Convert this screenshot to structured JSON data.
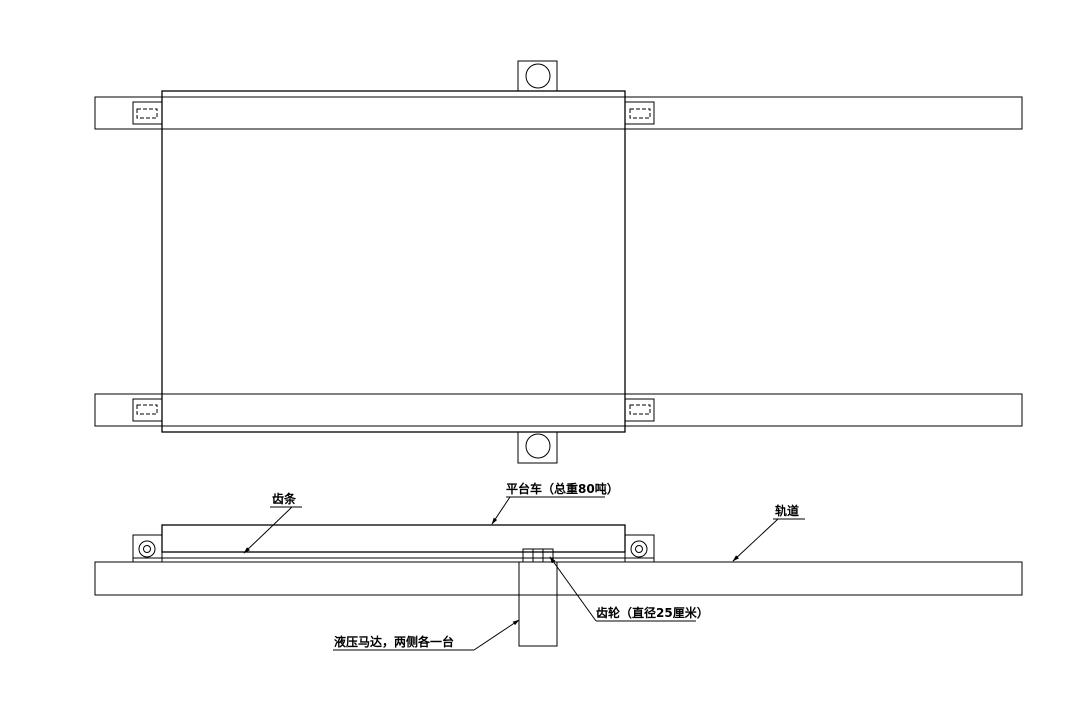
{
  "labels": {
    "rack": "齿条",
    "platform_cart": "平台车（总重80吨）",
    "track": "轨道",
    "gear": "齿轮（直径25厘米）",
    "hydraulic_motor": "液压马达，两侧各一台"
  }
}
